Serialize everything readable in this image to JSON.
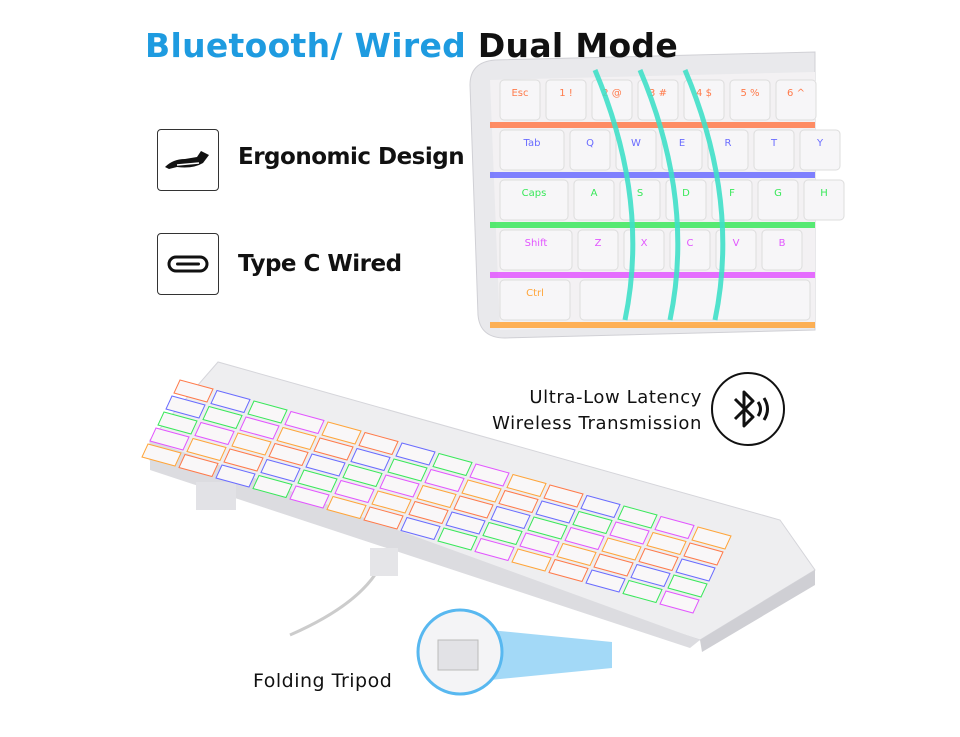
{
  "headline": {
    "part_blue": "Bluetooth/ Wired",
    "part_black": "Dual Mode"
  },
  "features": [
    {
      "icon": "ergonomic-hand-icon",
      "label": "Ergonomic Design"
    },
    {
      "icon": "usb-type-c-icon",
      "label": "Type C Wired"
    }
  ],
  "wireless": {
    "line1": "Ultra-Low Latency",
    "line2": "Wireless Transmission",
    "icon": "bluetooth-icon"
  },
  "tripod": {
    "label": "Folding Tripod"
  },
  "keycaps": [
    "Esc",
    "1 !",
    "2 @",
    "3 #",
    "4 $",
    "5 %",
    "6 ^",
    "Tab",
    "Q",
    "W",
    "E",
    "R",
    "T",
    "Y",
    "Caps",
    "A",
    "S",
    "D",
    "F",
    "G",
    "H",
    "Shift",
    "Z",
    "X",
    "C",
    "V",
    "B",
    "Ctrl"
  ],
  "colors": {
    "accent_blue": "#1e9be0",
    "glow": [
      "#ff7a4a",
      "#6a6cff",
      "#39e85a",
      "#e256ff",
      "#ffa53a"
    ],
    "wave": "#3fe0c8"
  }
}
